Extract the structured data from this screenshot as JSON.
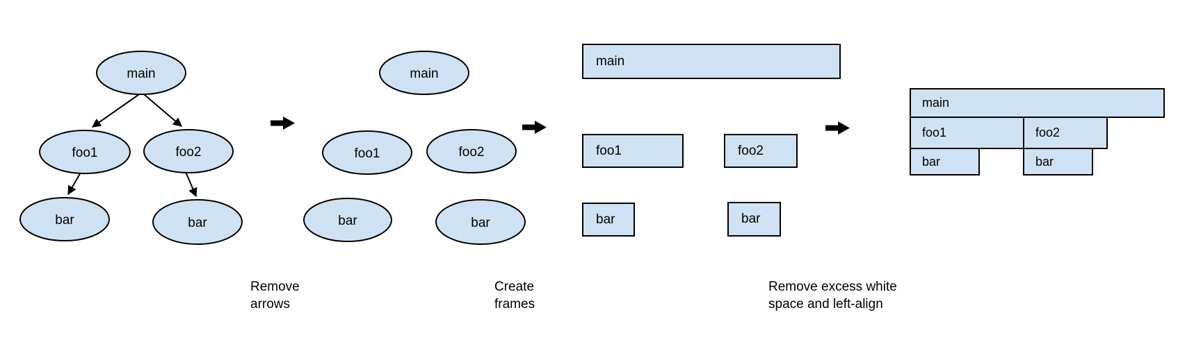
{
  "colors": {
    "node_fill": "#cfe2f3",
    "node_border": "#000000",
    "arrow": "#000000",
    "text": "#000000",
    "background": "#ffffff"
  },
  "stage1": {
    "nodes": [
      {
        "label": "main"
      },
      {
        "label": "foo1"
      },
      {
        "label": "foo2"
      },
      {
        "label": "bar"
      },
      {
        "label": "bar"
      }
    ]
  },
  "stage2": {
    "nodes": [
      {
        "label": "main"
      },
      {
        "label": "foo1"
      },
      {
        "label": "foo2"
      },
      {
        "label": "bar"
      },
      {
        "label": "bar"
      }
    ]
  },
  "stage3": {
    "nodes": [
      {
        "label": "main"
      },
      {
        "label": "foo1"
      },
      {
        "label": "foo2"
      },
      {
        "label": "bar"
      },
      {
        "label": "bar"
      }
    ]
  },
  "stage4": {
    "nodes": [
      {
        "label": "main"
      },
      {
        "label": "foo1"
      },
      {
        "label": "foo2"
      },
      {
        "label": "bar"
      },
      {
        "label": "bar"
      }
    ]
  },
  "captions": [
    {
      "lines": [
        "Remove",
        "arrows"
      ]
    },
    {
      "lines": [
        "Create",
        "frames"
      ]
    },
    {
      "lines": [
        "Remove excess white",
        "space and left-align"
      ]
    }
  ]
}
